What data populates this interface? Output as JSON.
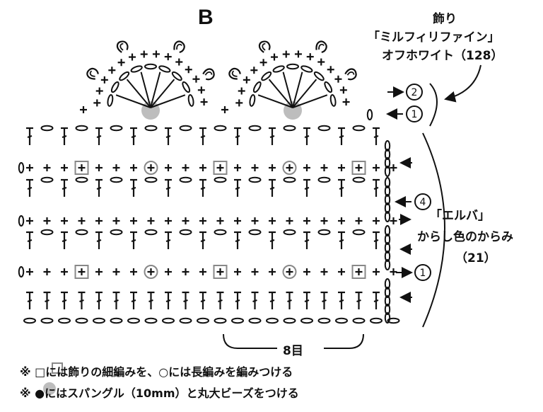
{
  "panel_label": "B",
  "ornament": {
    "title": "飾り",
    "yarn_name": "「ミルフィリファイン」",
    "yarn_color": "オフホワイト（128）"
  },
  "main_yarn": {
    "name": "「エルバ」",
    "color": "からし色のからみ",
    "number": "（21）"
  },
  "row_labels": [
    "2",
    "1",
    "4",
    "1"
  ],
  "repeat_label": "8目",
  "notes": {
    "note1": "※ □には飾りの細編みを、○には長編みを編みつける",
    "note2": "※ ●にはスパングル（10mm）と丸大ビーズをつける"
  },
  "colors": {
    "ink": "#111111",
    "box": "#888888",
    "bead": "#bdbdbd",
    "background": "#ffffff"
  }
}
